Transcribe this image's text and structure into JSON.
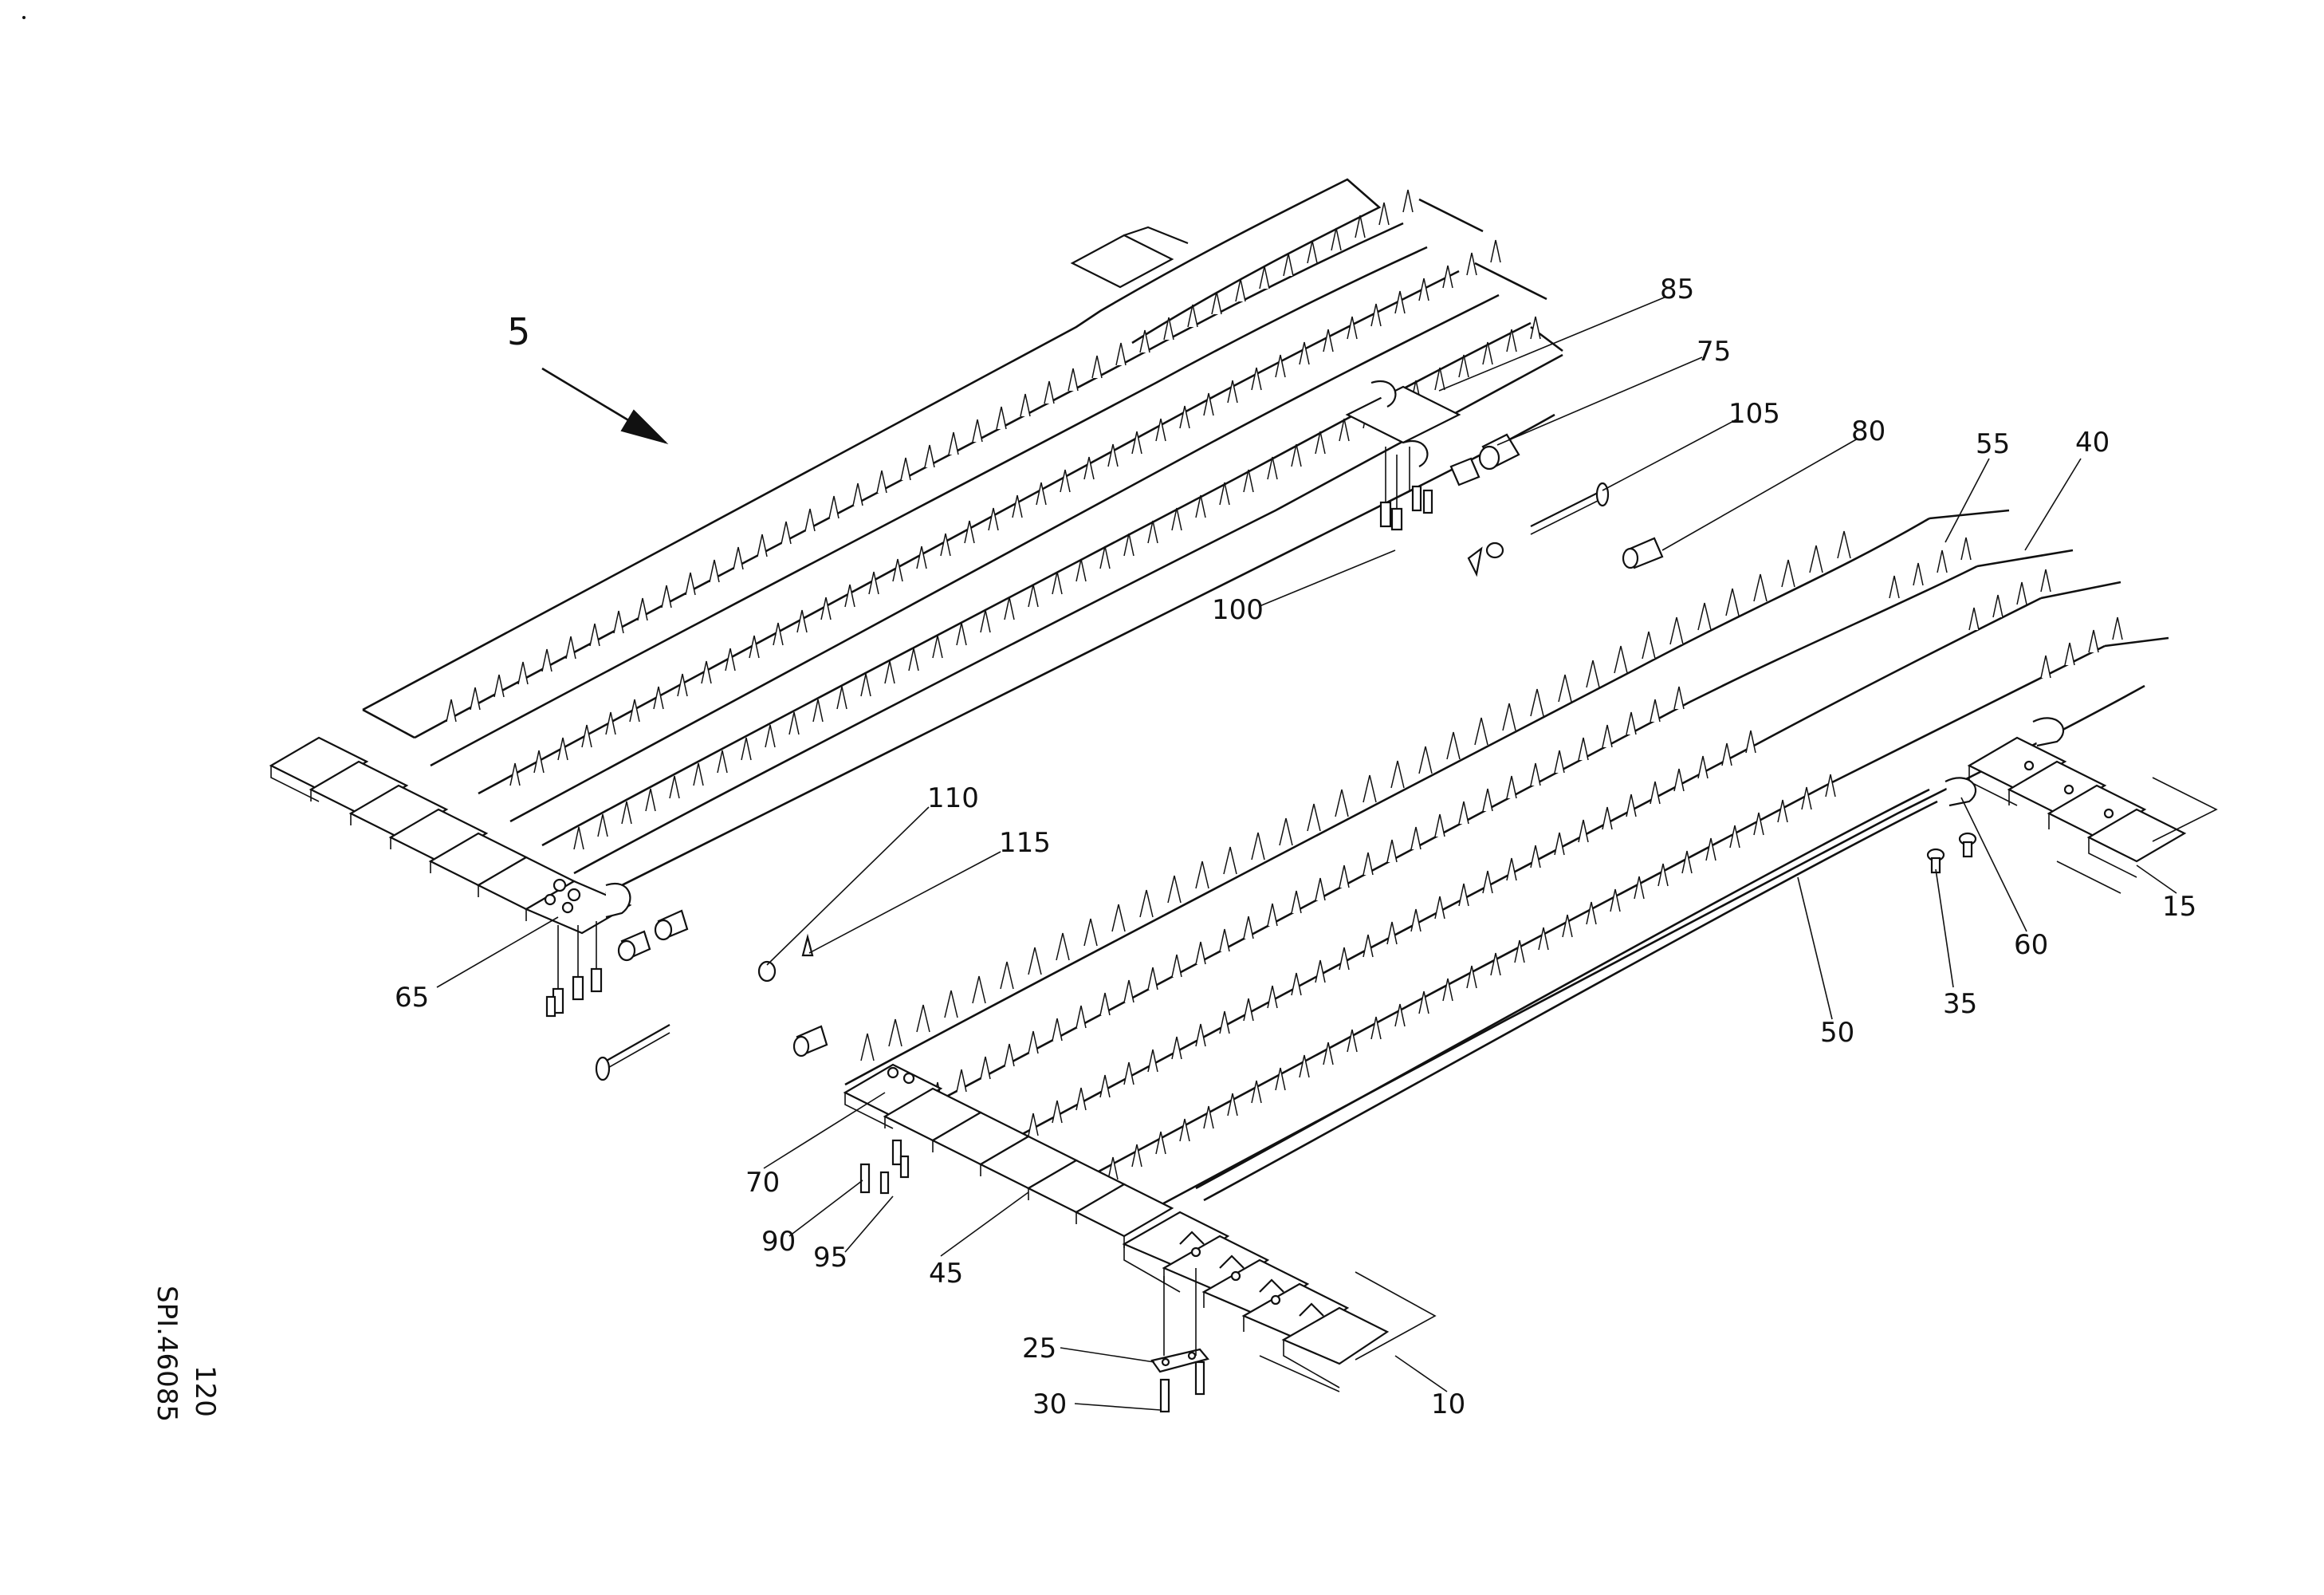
{
  "diagram": {
    "callouts": {
      "c5": "5",
      "c10": "10",
      "c15": "15",
      "c25": "25",
      "c30": "30",
      "c35": "35",
      "c40": "40",
      "c45": "45",
      "c50": "50",
      "c55": "55",
      "c60": "60",
      "c65": "65",
      "c70": "70",
      "c75": "75",
      "c80": "80",
      "c85": "85",
      "c90": "90",
      "c95": "95",
      "c100": "100",
      "c105": "105",
      "c110": "110",
      "c115": "115"
    },
    "side_code": "SPI.46085",
    "side_page": "120"
  }
}
